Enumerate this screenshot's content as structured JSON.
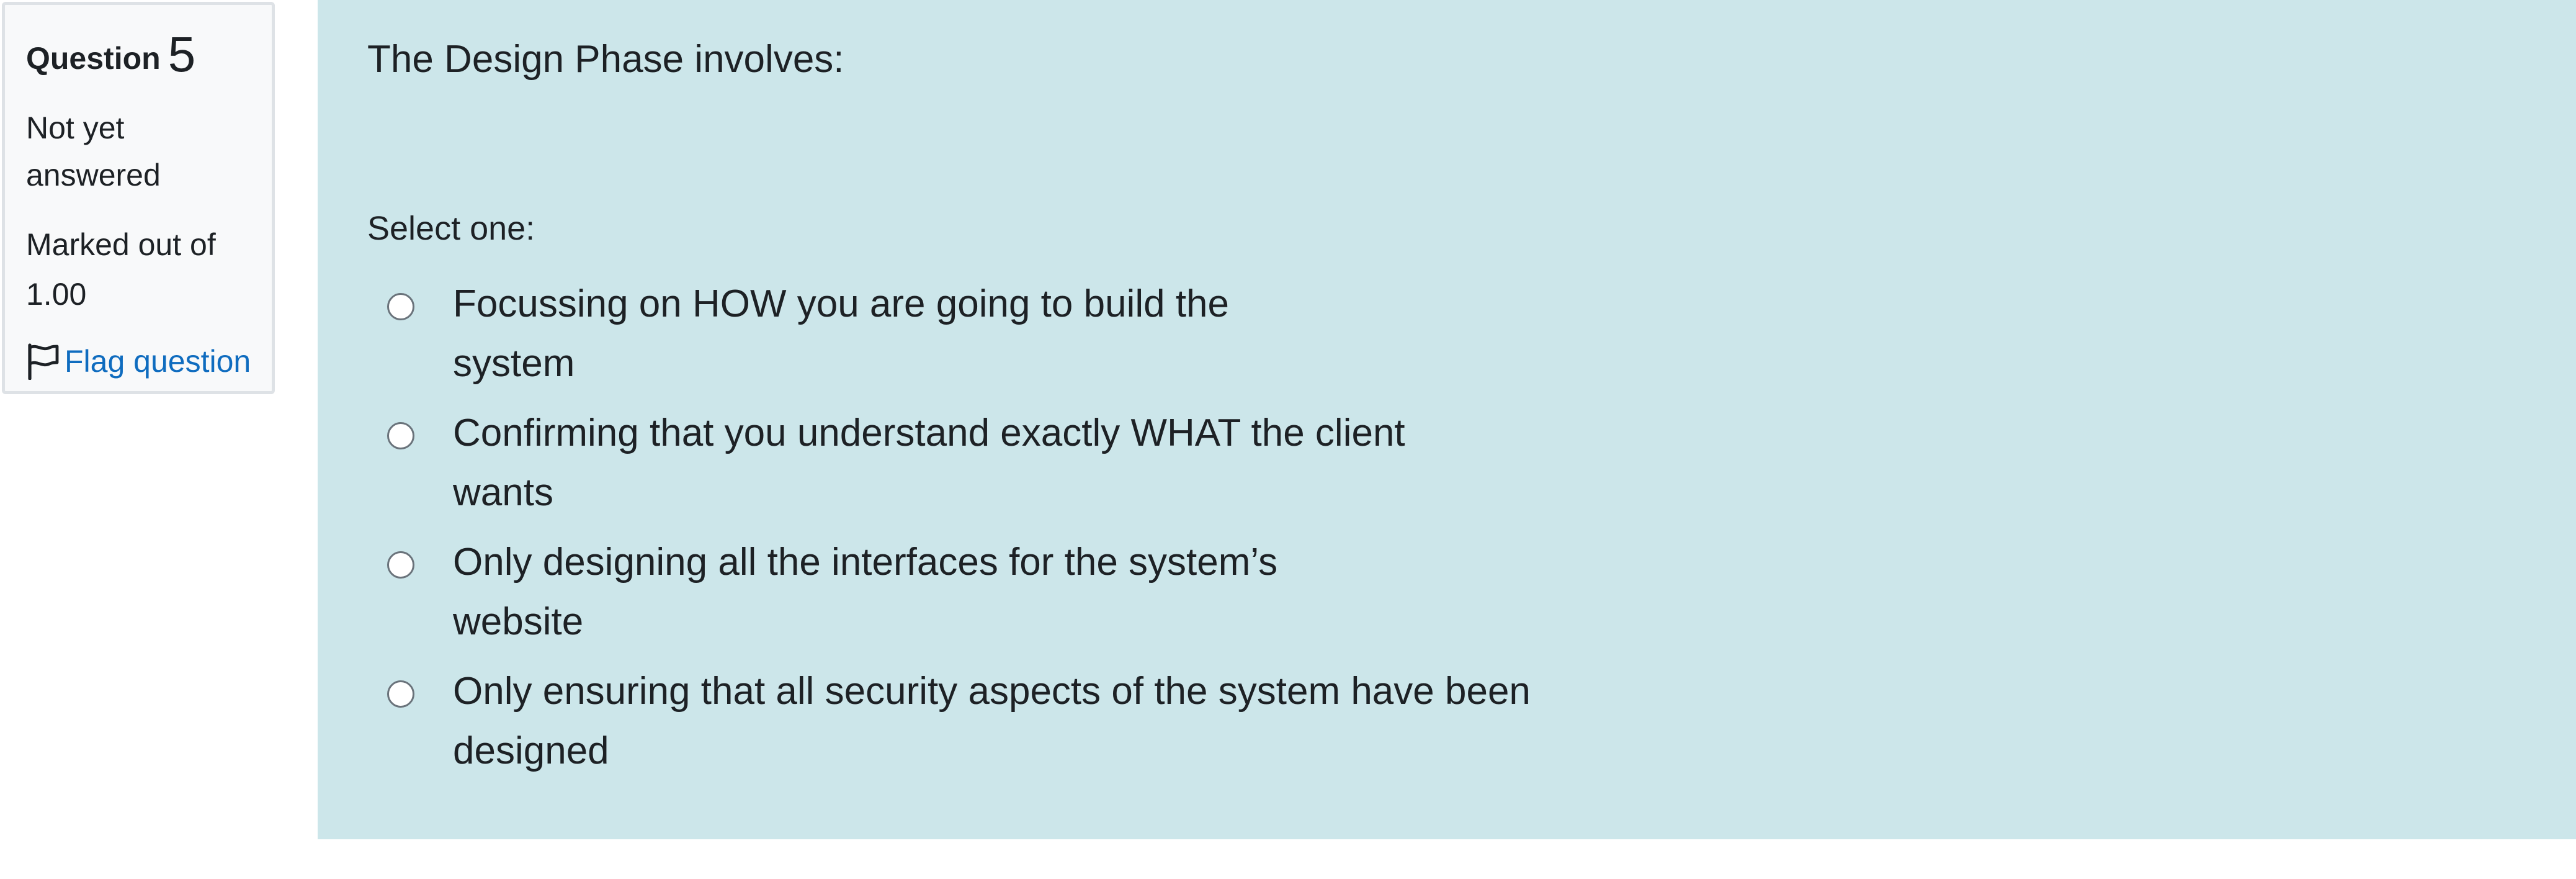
{
  "info": {
    "question_label": "Question",
    "question_number": "5",
    "state": "Not yet answered",
    "grade": "Marked out of 1.00",
    "flag_label": "Flag question"
  },
  "question": {
    "text": "The Design Phase involves:",
    "prompt": "Select one:",
    "options": [
      {
        "label": "Focussing on HOW you are going to build the system",
        "selected": false
      },
      {
        "label": "Confirming that you understand exactly WHAT the client wants",
        "selected": false
      },
      {
        "label": "Only designing all the interfaces for the system’s website",
        "selected": false
      },
      {
        "label": "Only ensuring that all security aspects of the system have been designed",
        "selected": false
      }
    ]
  },
  "colors": {
    "content_bg": "#cce6ea",
    "info_bg": "#f8f9fa",
    "link": "#0f6cbf",
    "text": "#1d2125"
  },
  "icons": {
    "flag": "flag-icon"
  }
}
